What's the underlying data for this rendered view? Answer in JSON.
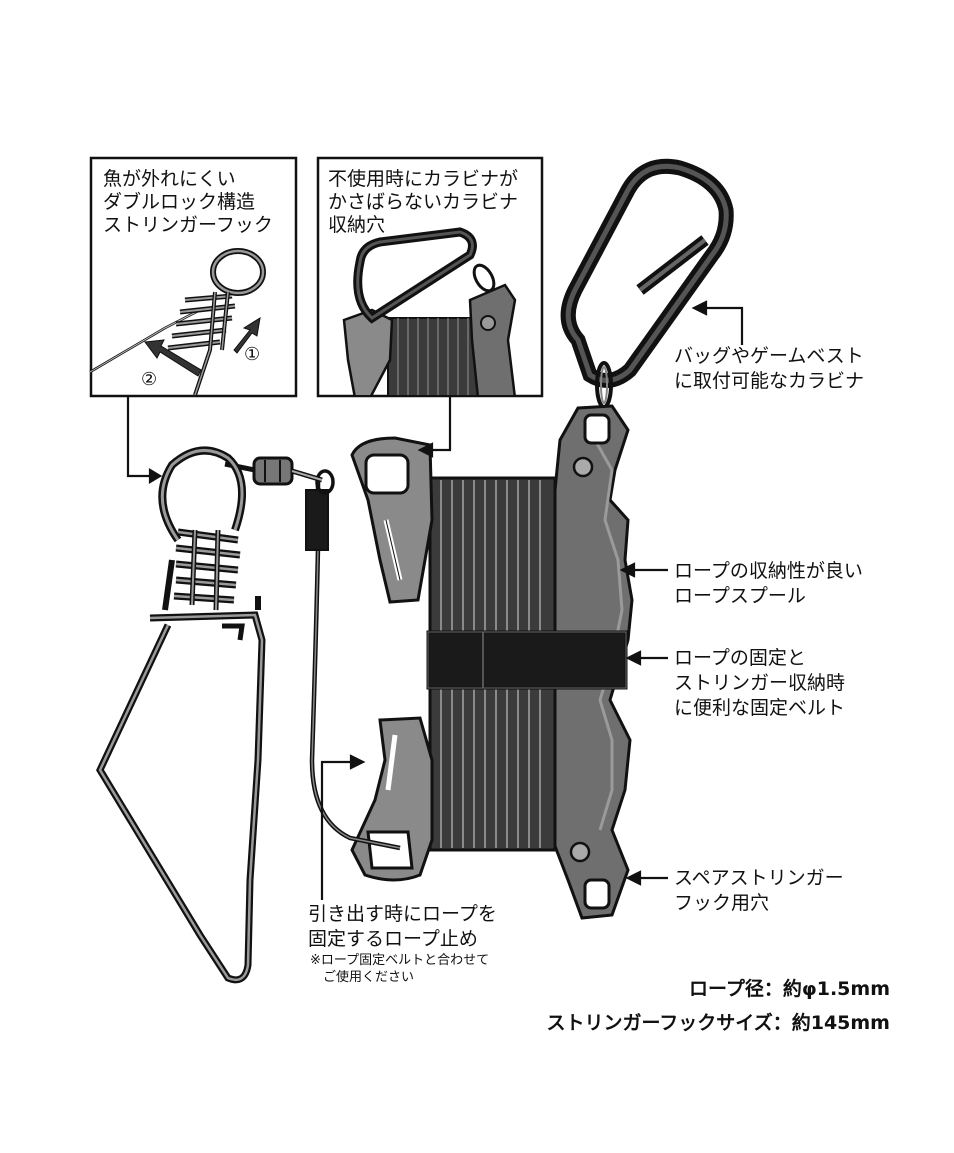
{
  "inset_left": {
    "title": "魚が外れにくい\nダブルロック構造\nストリンガーフック",
    "step1": "①",
    "step2": "②"
  },
  "inset_right": {
    "title": "不使用時にカラビナが\nかさばらないカラビナ\n収納穴"
  },
  "callouts": {
    "carabiner": "バッグやゲームベスト\nに取付可能なカラビナ",
    "spool": "ロープの収納性が良い\nロープスプール",
    "belt": "ロープの固定と\nストリンガー収納時\nに便利な固定ベルト",
    "spare_hole": "スペアストリンガー\nフック用穴",
    "rope_stopper": "引き出す時にロープを\n固定するロープ止め",
    "rope_stopper_note": "※ロープ固定ベルトと合わせて\n　ご使用ください"
  },
  "specs": {
    "rope_diameter": "ロープ径：約φ1.5mm",
    "hook_size": "ストリンガーフックサイズ：約145mm"
  },
  "colors": {
    "outline": "#111111",
    "frame": "#6f6f6f",
    "frame_light": "#8c8c8c",
    "rope": "#3b3b3b",
    "belt": "#1a1a1a",
    "wire": "#777777"
  }
}
